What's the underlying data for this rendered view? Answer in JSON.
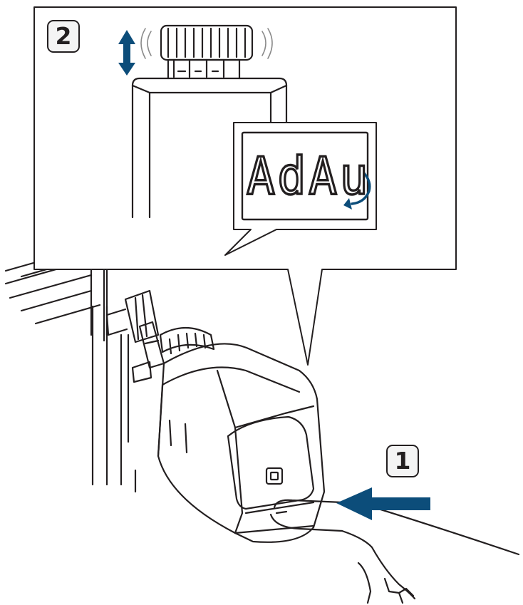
{
  "steps": {
    "step1_label": "1",
    "step2_label": "2"
  },
  "display": {
    "text": "AdAu",
    "icons": [
      "rotate-arrow-icon"
    ]
  },
  "icons": [
    "vertical-arrow-icon",
    "vibration-waves-icon",
    "push-arrow-icon",
    "button-icon"
  ],
  "colors": {
    "line": "#231f20",
    "accent": "#0c4d7a",
    "callout_fill": "#ffffff"
  }
}
